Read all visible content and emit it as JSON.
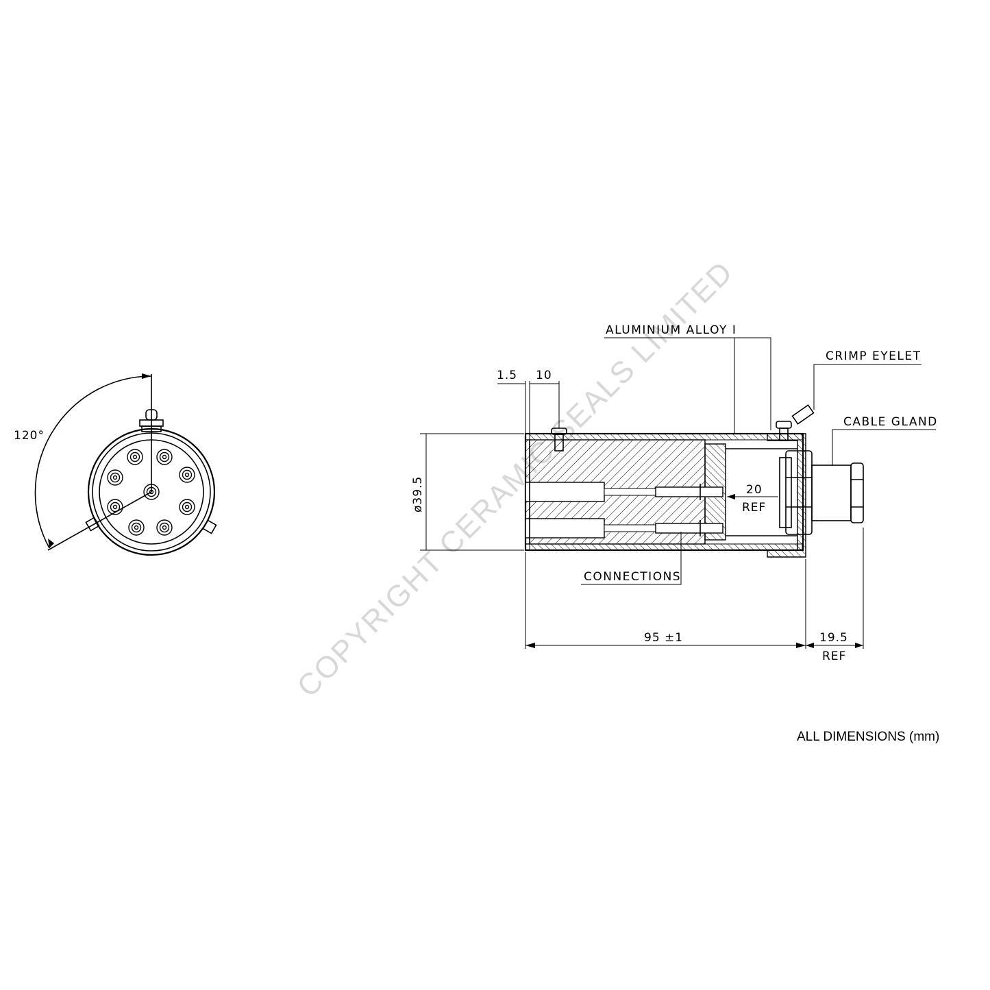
{
  "watermark": "COPYRIGHT CERAMIC SEALS LIMITED",
  "footer_note": "ALL DIMENSIONS (mm)",
  "end_view": {
    "angle_label": "120°",
    "pin_count": 9
  },
  "side_view": {
    "dimensions": {
      "wall": "1.5",
      "screw_offset": "10",
      "diameter": "ø39.5",
      "internal": "20",
      "internal_ref": "REF",
      "length": "95 ±1",
      "gland": "19.5",
      "gland_ref": "REF"
    },
    "callouts": {
      "housing": "ALUMINIUM ALLOY I",
      "crimp": "CRIMP EYELET",
      "gland": "CABLE GLAND",
      "connections": "CONNECTIONS"
    }
  },
  "colors": {
    "line": "#000000",
    "watermark": "#d8d8d8",
    "background": "#ffffff"
  }
}
